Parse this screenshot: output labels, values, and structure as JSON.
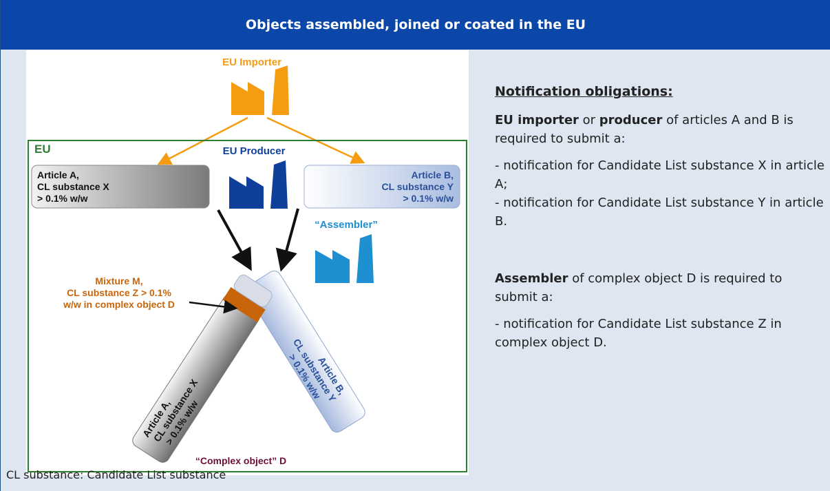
{
  "header": {
    "title": "Objects assembled, joined or coated in the EU"
  },
  "diagram": {
    "eu_importer": "EU Importer",
    "eu_box_label": "EU",
    "eu_producer": "EU Producer",
    "article_a": {
      "line1": "Article A,",
      "line2": "CL substance X",
      "line3": "> 0.1% w/w"
    },
    "article_b": {
      "line1": "Article B,",
      "line2": "CL substance Y",
      "line3": "> 0.1% w/w"
    },
    "assembler": "“Assembler”",
    "mixture": {
      "line1": "Mixture M,",
      "line2": "CL substance Z > 0.1%",
      "line3": "w/w in complex object D"
    },
    "rot_a": {
      "line1": "Article A,",
      "line2": "CL substance X",
      "line3": "> 0.1% w/w"
    },
    "rot_b": {
      "line1": "Article B,",
      "line2": "CL substance Y",
      "line3": "> 0.1% w/w"
    },
    "complex_object": "“Complex object” D"
  },
  "notes": {
    "title": "Notification obligations",
    "title_colon": ":",
    "p1_b1": "EU importer",
    "p1_t1": " or ",
    "p1_b2": "producer",
    "p1_t2": " of articles A and B is required to submit a:",
    "p2_line1": "- notification for Candidate List substance X in article A;",
    "p2_line2": "- notification for Candidate List substance Y in article B.",
    "p3_b": "Assembler",
    "p3_t": " of complex object D is required to submit a:",
    "p4": "- notification for Candidate List substance Z in complex object D."
  },
  "footer": {
    "text": "CL substance: Candidate List substance"
  },
  "colors": {
    "header_bg": "#0a47a9",
    "page_bg": "#dde6f1",
    "orange": "#f59c12",
    "dark_blue": "#0f3f9a",
    "light_blue": "#1e8fd0",
    "eu_green": "#2e7d32",
    "mixture_orange": "#c8650a",
    "maroon": "#6b0f3a"
  }
}
